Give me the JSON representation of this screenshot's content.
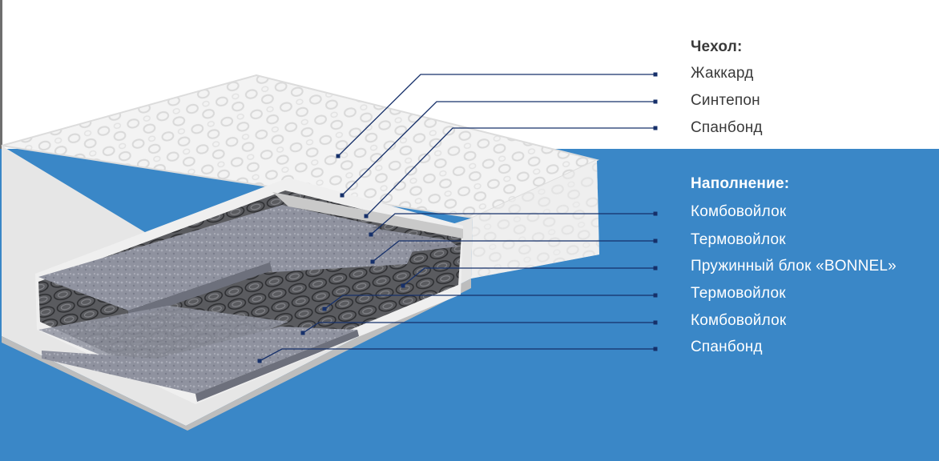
{
  "cover": {
    "heading": "Чехол:",
    "layers": [
      "Жаккард",
      "Синтепон",
      "Спанбонд"
    ]
  },
  "filling": {
    "heading": "Наполнение:",
    "layers": [
      "Комбовойлок",
      "Термовойлок",
      "Пружинный блок «BONNEL»",
      "Термовойлок",
      "Комбовойлок",
      "Спанбонд"
    ]
  },
  "colors": {
    "background_band": "#3a87c7",
    "cover_text": "#3a3a3a",
    "filling_text": "#ffffff",
    "leader_line": "#16306a"
  }
}
